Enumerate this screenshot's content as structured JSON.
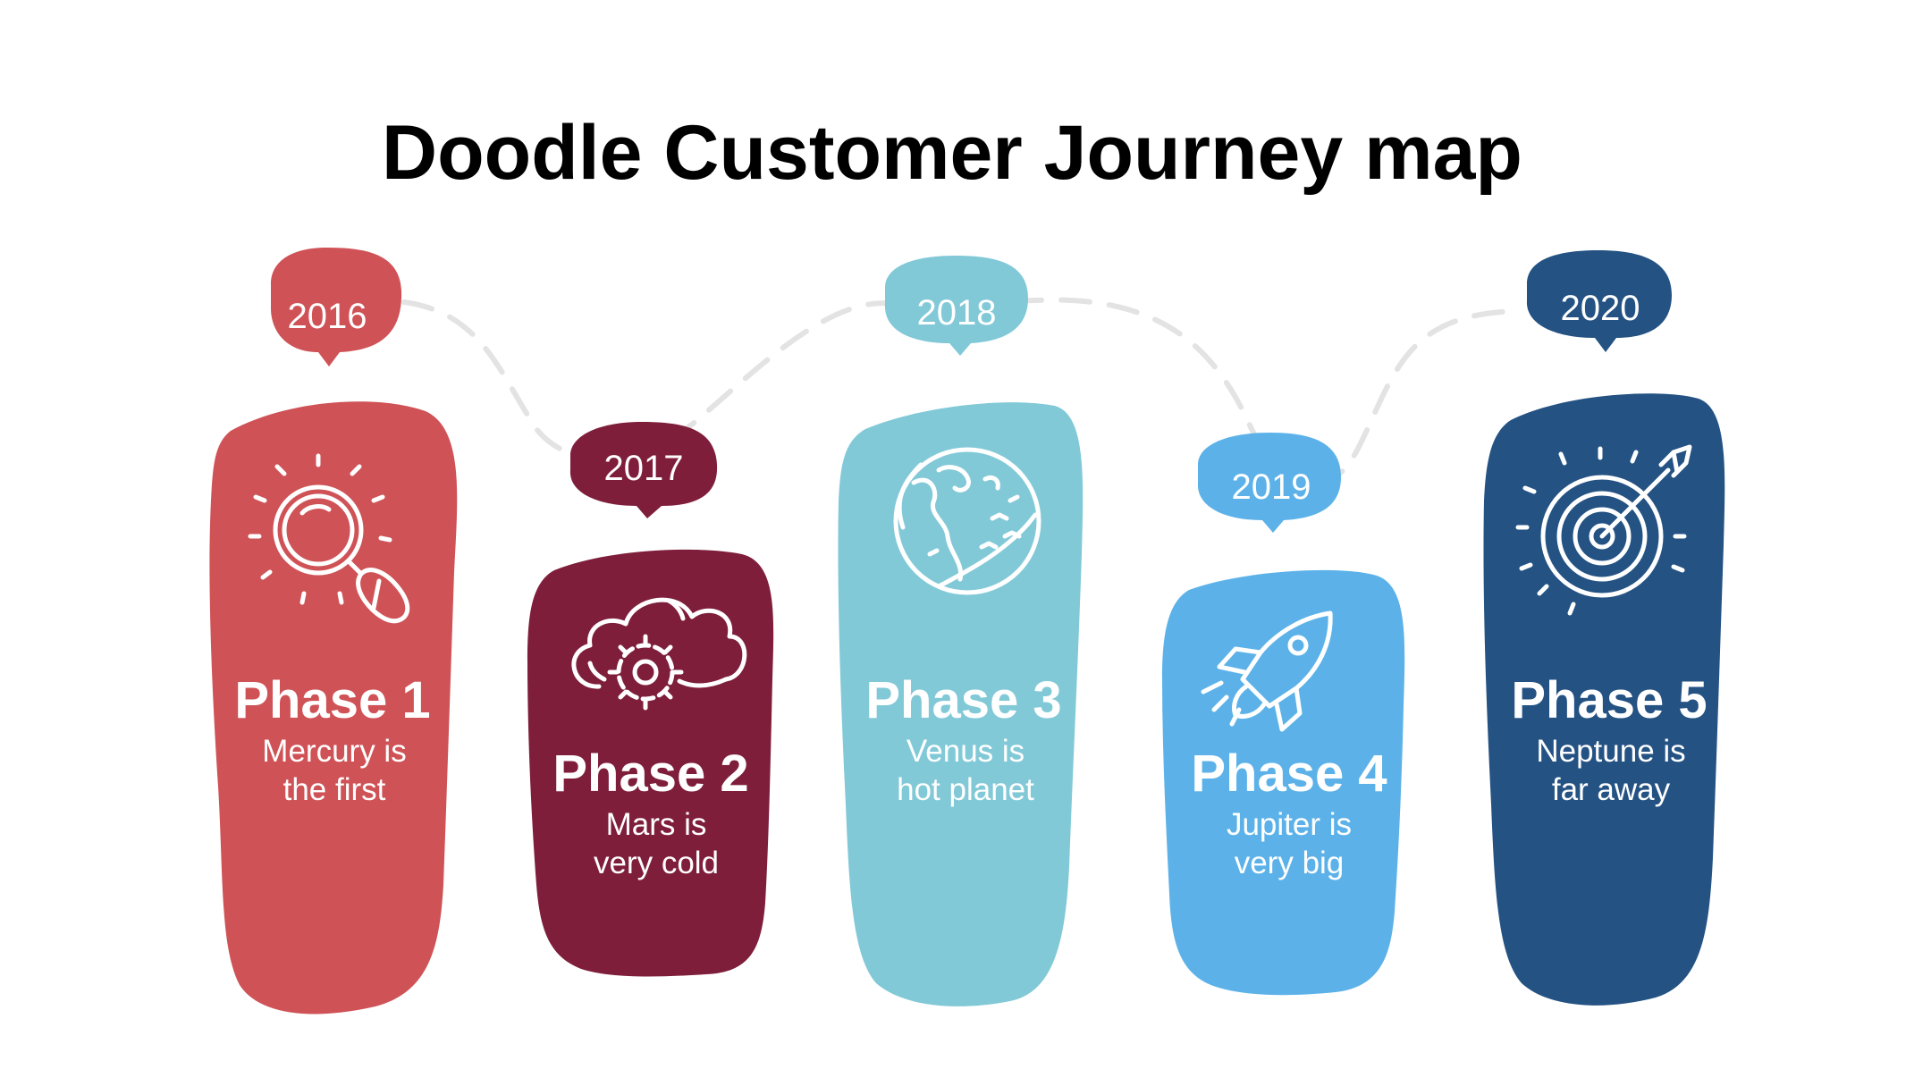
{
  "title": "Doodle Customer Journey map",
  "colors": {
    "phase1": "#cf5256",
    "phase2": "#7e1e3b",
    "phase3": "#82c9d8",
    "phase4": "#5cb2e8",
    "phase5": "#245283",
    "connector": "#e3e3e3"
  },
  "phases": [
    {
      "year": "2016",
      "title": "Phase 1",
      "desc_line1": "Mercury is",
      "desc_line2": "the first",
      "icon": "magnifier-icon"
    },
    {
      "year": "2017",
      "title": "Phase 2",
      "desc_line1": "Mars is",
      "desc_line2": "very cold",
      "icon": "cloud-gear-icon"
    },
    {
      "year": "2018",
      "title": "Phase 3",
      "desc_line1": "Venus is",
      "desc_line2": "hot planet",
      "icon": "globe-icon"
    },
    {
      "year": "2019",
      "title": "Phase 4",
      "desc_line1": "Jupiter is",
      "desc_line2": "very big",
      "icon": "rocket-icon"
    },
    {
      "year": "2020",
      "title": "Phase 5",
      "desc_line1": "Neptune is",
      "desc_line2": "far away",
      "icon": "target-icon"
    }
  ]
}
